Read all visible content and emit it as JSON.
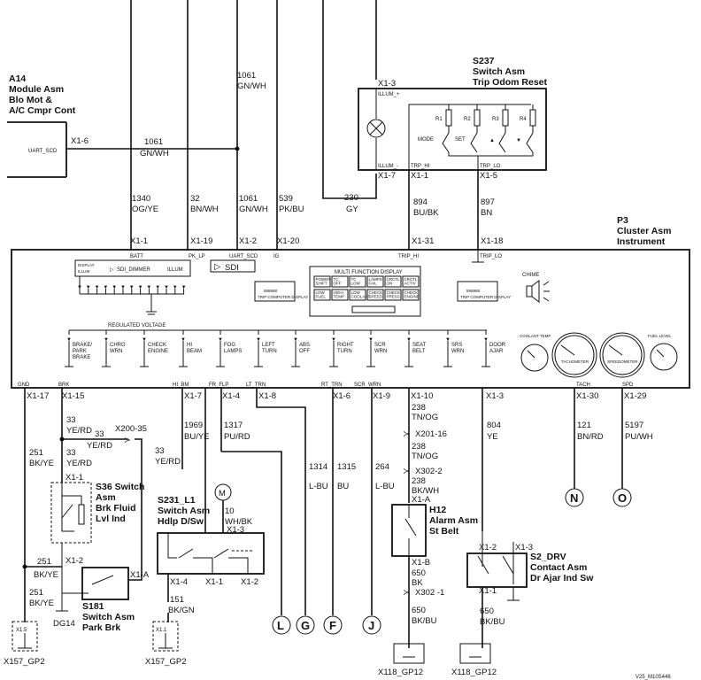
{
  "components": {
    "a14": {
      "ref": "A14",
      "lines": [
        "Module Asm",
        "Blo Mot &",
        "A/C Cmpr Cont"
      ],
      "pin": "X1-6",
      "signal": "UART_SCD"
    },
    "s237": {
      "ref": "S237",
      "lines": [
        "Switch Asm",
        "Trip Odom Reset"
      ],
      "illum_plus": "ILLUM_+",
      "illum_minus": "ILLUM_-",
      "trp_hi": "TRP_HI",
      "trp_lo": "TRP_LO",
      "pin_top": "X1-3",
      "pin_illum": "X1-7",
      "pin_trp_hi": "X1-1",
      "pin_trp_lo": "X1-5",
      "r1": "R1",
      "r2": "R2",
      "r3": "R3",
      "r4": "R4",
      "mode": "MODE",
      "set": "SET"
    },
    "p3": {
      "ref": "P3",
      "lines": [
        "Cluster Asm",
        "Instrument"
      ]
    },
    "s36": {
      "ref": "S36 Switch",
      "lines": [
        "Asm",
        "Brk Fluid",
        "Lvl Ind"
      ],
      "pin_top": "X1-1",
      "pin_bottom": "X1-2"
    },
    "s181": {
      "ref": "S181",
      "lines": [
        "Switch Asm",
        "Park Brk"
      ],
      "pin": "X1-A"
    },
    "s231": {
      "ref": "S231_L1",
      "lines": [
        "Switch Asm",
        "Hdlp D/Sw"
      ],
      "pins": [
        "X1-3",
        "X1-4",
        "X1-1",
        "X1-2"
      ],
      "motor": "M"
    },
    "h12": {
      "ref": "H12",
      "lines": [
        "Alarm Asm",
        "St Belt"
      ],
      "pin_top": "X1-A",
      "pin_bottom": "X1-B"
    },
    "s2": {
      "ref": "S2_DRV",
      "lines": [
        "Contact Asm",
        "Dr Ajar Ind Sw"
      ],
      "pin_left": "X1-2",
      "pin_right": "X1-3",
      "pin_bottom": "X1-1"
    }
  },
  "top_wires": [
    {
      "num": "1340",
      "color": "OG/YE",
      "pin": "X1-1",
      "signal": "BATT"
    },
    {
      "num": "32",
      "color": "BN/WH",
      "pin": "X1-19",
      "signal": "PK_LP"
    },
    {
      "num": "1061",
      "color": "GN/WH",
      "pin": "X1-2",
      "signal": "UART_SCD"
    },
    {
      "num": "539",
      "color": "PK/BU",
      "pin": "X1-20",
      "signal": "IG"
    },
    {
      "num": "230",
      "color": "GY"
    },
    {
      "num": "894",
      "color": "BU/BK",
      "pin": "X1-31",
      "signal": "TRIP_HI"
    },
    {
      "num": "897",
      "color": "BN",
      "pin": "X1-18",
      "signal": "TRIP_LO"
    }
  ],
  "wire_1061_top": {
    "num": "1061",
    "color": "GN/WH"
  },
  "wire_1061_mid": {
    "num": "1061",
    "color": "GN/WH"
  },
  "cluster": {
    "sdi_dimmer_block": [
      "DISPLAY",
      "ILLUM",
      "SDI_DIMMER",
      "ILLUM"
    ],
    "sdi": "SDI",
    "mfd_title": "MULTI FUNCTION DISPLAY",
    "mfd_buttons": [
      "POWER SHIFT",
      "TC OFF",
      "TC LOW",
      "LAMPS FAIL",
      "CRCTL ON",
      "CRCTL ACTIV",
      "LOW FUEL",
      "HIGH TEMP",
      "LOW COOLANT",
      "CHECK SPEED",
      "CHECK PRESS",
      "CHECK ENGINE"
    ],
    "odo_left": "888888",
    "odo_right": "888888",
    "odo_caption": "TRIP COMPUTER DISPLAY",
    "chime": "CHIME",
    "regulated_voltage": "REGULATED VOLTAGE",
    "lamps": [
      {
        "lines": [
          "BRAKE/",
          "PARK",
          "BRAKE"
        ]
      },
      {
        "lines": [
          "CHRG",
          "WRN"
        ]
      },
      {
        "lines": [
          "CHECK",
          "ENGINE"
        ]
      },
      {
        "lines": [
          "HI",
          "BEAM"
        ]
      },
      {
        "lines": [
          "FOG",
          "LAMPS"
        ]
      },
      {
        "lines": [
          "LEFT",
          "TURN"
        ]
      },
      {
        "lines": [
          "ABS",
          "OFF"
        ]
      },
      {
        "lines": [
          "RIGHT",
          "TURN"
        ]
      },
      {
        "lines": [
          "SCR",
          "WRN"
        ]
      },
      {
        "lines": [
          "SEAT",
          "BELT"
        ]
      },
      {
        "lines": [
          "SRS",
          "WRN"
        ]
      },
      {
        "lines": [
          "DOOR",
          "AJAR"
        ]
      }
    ],
    "gauges": {
      "coolant": "COOLANT TEMP",
      "tach": "TACHOMETER",
      "speed": "SPEEDOMETER",
      "fuel": "FUEL LEVEL"
    },
    "bottom_labels": [
      "GND",
      "BRK",
      "HI_BM",
      "FR_FLP",
      "LT_TRN",
      "RT_TRN",
      "SCR_WRN",
      "TACH",
      "SPD"
    ]
  },
  "bottom_pins": [
    "X1-17",
    "X1-15",
    "X1-7",
    "X1-4",
    "X1-8",
    "X1-6",
    "X1-9",
    "X1-10",
    "X1-3",
    "X1-30",
    "X1-29"
  ],
  "bottom_wires": {
    "w251a": {
      "num": "251",
      "color": "BK/YE"
    },
    "w33a": {
      "num": "33",
      "color": "YE/RD"
    },
    "w33b": {
      "num": "33",
      "color": "YE/RD"
    },
    "w33c": {
      "num": "33",
      "color": "YE/RD"
    },
    "w33d": {
      "num": "33",
      "color": "YE/RD"
    },
    "w1969": {
      "num": "1969",
      "color": "BU/YE"
    },
    "w1317": {
      "num": "1317",
      "color": "PU/RD"
    },
    "w1314": {
      "num": "1314",
      "color": "L-BU"
    },
    "w1315": {
      "num": "1315",
      "color": "BU"
    },
    "w264": {
      "num": "264",
      "color": "L-BU"
    },
    "w238a": {
      "num": "238",
      "color": "TN/OG"
    },
    "w238b": {
      "num": "238",
      "color": "TN/OG"
    },
    "w238c": {
      "num": "238",
      "color": "BK/WH"
    },
    "w804": {
      "num": "804",
      "color": "YE"
    },
    "w121": {
      "num": "121",
      "color": "BN/RD"
    },
    "w5197": {
      "num": "5197",
      "color": "PU/WH"
    },
    "w251b": {
      "num": "251",
      "color": "BK/YE"
    },
    "w251c": {
      "num": "251",
      "color": "BK/YE"
    },
    "w10": {
      "num": "10",
      "color": "WH/BK"
    },
    "w151": {
      "num": "151",
      "color": "BK/GN"
    },
    "w650a": {
      "num": "650",
      "color": "BK"
    },
    "w650b": {
      "num": "650",
      "color": "BK/BU"
    },
    "w650c": {
      "num": "650",
      "color": "BK/BU"
    }
  },
  "connectors": {
    "x200": "X200-35",
    "x201": "X201-16",
    "x302a": "X302-2",
    "x302b": "X302 -1",
    "x1_5": "X1.5",
    "x1_1": "X1.1"
  },
  "grounds": {
    "dg14": "DG14",
    "x157a": "X157_GP2",
    "x157b": "X157_GP2",
    "x118a": "X118_GP12",
    "x118b": "X118_GP12"
  },
  "offpage": [
    "L",
    "G",
    "F",
    "J",
    "N",
    "O"
  ],
  "footer": "V25_M10S446"
}
